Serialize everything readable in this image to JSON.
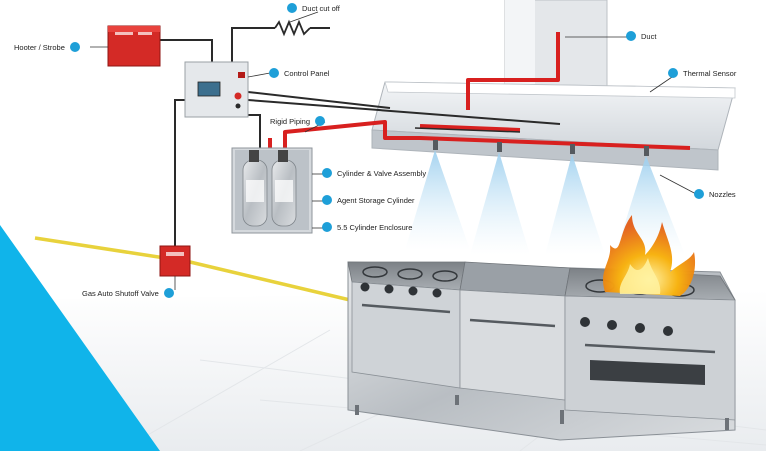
{
  "labels": {
    "duct_cut_off": "Duct cut off",
    "hooter_strobe": "Hooter / Strobe",
    "control_panel": "Control Panel",
    "duct": "Duct",
    "thermal_sensor": "Thermal Sensor",
    "rigid_piping": "Rigid Piping",
    "cylinder_valve_assembly": "Cylinder & Valve Assembly",
    "agent_storage_cylinder": "Agent Storage Cylinder",
    "cylinder_enclosure": "5.5 Cylinder Enclosure",
    "nozzles": "Nozzles",
    "gas_auto_shutoff_valve": "Gas Auto Shutoff Valve"
  },
  "colors": {
    "callout_dot": "#1e9fd8",
    "pipe_red": "#d8201f",
    "gas_line_yellow": "#e8d23c",
    "corner_blue": "#10b4ea",
    "hood_gray": "#dfe3e7",
    "steel": "#c9cdd1",
    "flame": "#f5a10c"
  }
}
